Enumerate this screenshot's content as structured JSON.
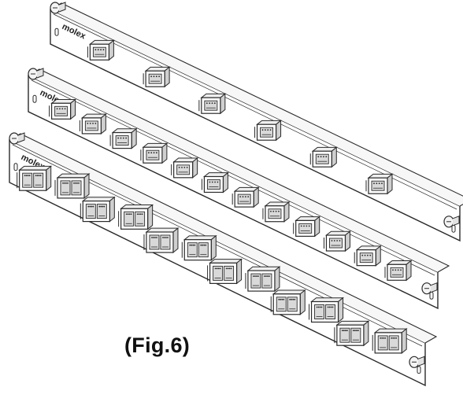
{
  "figure": {
    "caption": "(Fig.6)",
    "colors": {
      "line": "#2a2a2a",
      "plate": "#ffffff",
      "port_face": "#d9d9d9"
    }
  },
  "panels": [
    {
      "logo": "molex",
      "adapter_count": 6,
      "adapter_style": "simplex"
    },
    {
      "logo": "molex",
      "adapter_count": 12,
      "adapter_style": "simplex"
    },
    {
      "logo": "molex",
      "adapter_count": 12,
      "adapter_style": "duplex"
    }
  ]
}
